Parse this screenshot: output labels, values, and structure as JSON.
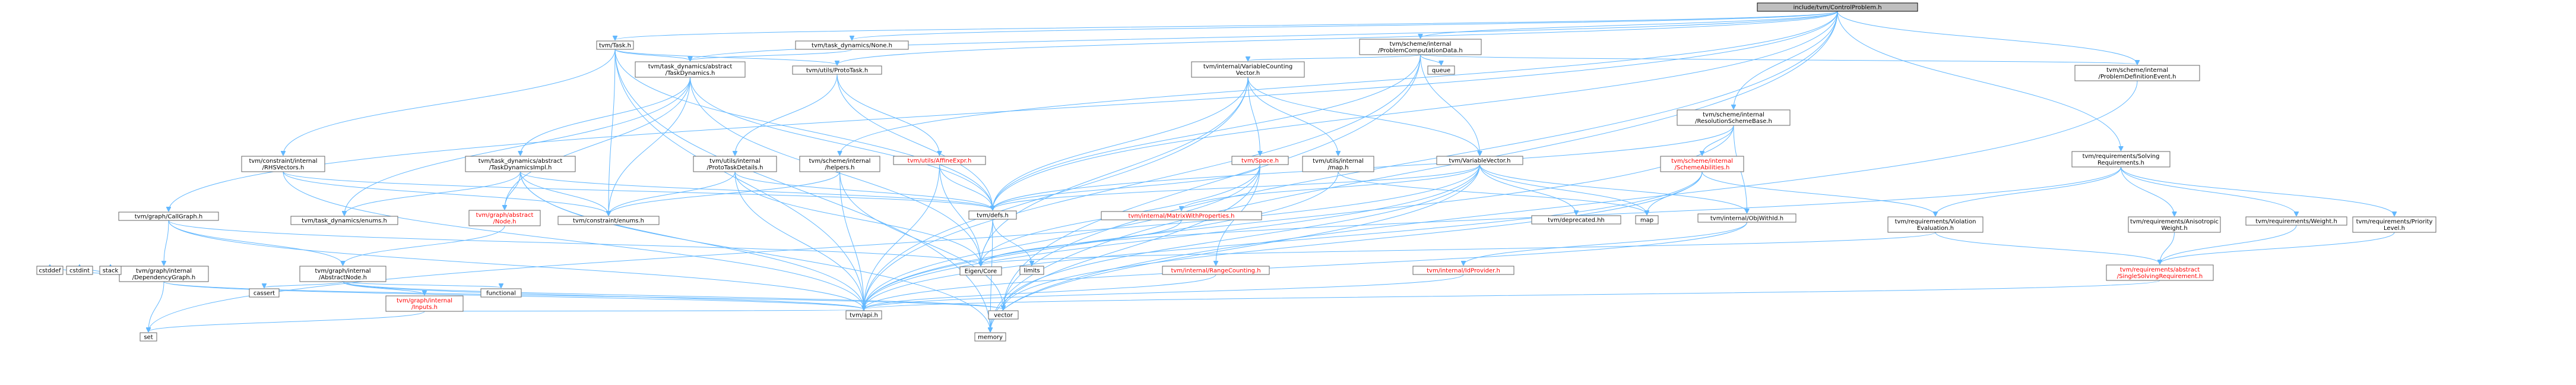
{
  "diagram": {
    "type": "include-dependency-graph",
    "colors": {
      "edge": "#63b8ff",
      "node_border": "#666666",
      "root_fill": "#bfbfbf",
      "missing_text": "#ff0000",
      "text": "#000000"
    },
    "nodes": [
      {
        "id": "root",
        "lines": [
          "include/tvm/ControlProblem.h"
        ],
        "root": true
      },
      {
        "id": "task",
        "lines": [
          "tvm/Task.h"
        ]
      },
      {
        "id": "td_none",
        "lines": [
          "tvm/task_dynamics/None.h"
        ]
      },
      {
        "id": "pcd",
        "lines": [
          "tvm/scheme/internal",
          "/ProblemComputationData.h"
        ]
      },
      {
        "id": "callgraph",
        "lines": [
          "tvm/graph/CallGraph.h"
        ]
      },
      {
        "id": "td_abstract",
        "lines": [
          "tvm/task_dynamics/abstract",
          "/TaskDynamics.h"
        ]
      },
      {
        "id": "prototask",
        "lines": [
          "tvm/utils/ProtoTask.h"
        ]
      },
      {
        "id": "rhsvectors",
        "lines": [
          "tvm/constraint/internal",
          "/RHSVectors.h"
        ]
      },
      {
        "id": "tdimpl",
        "lines": [
          "tvm/task_dynamics/abstract",
          "/TaskDynamicsImpl.h"
        ]
      },
      {
        "id": "prototaskdetails",
        "lines": [
          "tvm/utils/internal",
          "/ProtoTaskDetails.h"
        ]
      },
      {
        "id": "affineexpr",
        "lines": [
          "tvm/utils/AffineExpr.h"
        ],
        "missing": true
      },
      {
        "id": "schemehelpers",
        "lines": [
          "tvm/scheme/internal",
          "/helpers.h"
        ]
      },
      {
        "id": "varcounting",
        "lines": [
          "tvm/internal/VariableCounting",
          "Vector.h"
        ]
      },
      {
        "id": "space",
        "lines": [
          "tvm/Space.h"
        ],
        "missing": true
      },
      {
        "id": "utilsmap",
        "lines": [
          "tvm/utils/internal",
          "/map.h"
        ]
      },
      {
        "id": "varvector",
        "lines": [
          "tvm/VariableVector.h"
        ]
      },
      {
        "id": "queue",
        "lines": [
          "queue"
        ]
      },
      {
        "id": "resolution",
        "lines": [
          "tvm/scheme/internal",
          "/ResolutionSchemeBase.h"
        ]
      },
      {
        "id": "schemeabilities",
        "lines": [
          "tvm/scheme/internal",
          "/SchemeAbilities.h"
        ],
        "missing": true
      },
      {
        "id": "pde",
        "lines": [
          "tvm/scheme/internal",
          "/ProblemDefinitionEvent.h"
        ]
      },
      {
        "id": "solvingreq",
        "lines": [
          "tvm/requirements/Solving",
          "Requirements.h"
        ]
      },
      {
        "id": "tdenums",
        "lines": [
          "tvm/task_dynamics/enums.h"
        ]
      },
      {
        "id": "graphnode",
        "lines": [
          "tvm/graph/abstract",
          "/Node.h"
        ],
        "missing": true
      },
      {
        "id": "constraintenums",
        "lines": [
          "tvm/constraint/enums.h"
        ]
      },
      {
        "id": "defs",
        "lines": [
          "tvm/defs.h"
        ]
      },
      {
        "id": "mwp",
        "lines": [
          "tvm/internal/MatrixWithProperties.h"
        ],
        "missing": true
      },
      {
        "id": "deprecated",
        "lines": [
          "tvm/deprecated.hh"
        ]
      },
      {
        "id": "map",
        "lines": [
          "map"
        ]
      },
      {
        "id": "objwithid",
        "lines": [
          "tvm/internal/ObjWithId.h"
        ]
      },
      {
        "id": "violation",
        "lines": [
          "tvm/requirements/Violation",
          "Evaluation.h"
        ]
      },
      {
        "id": "anisotropic",
        "lines": [
          "tvm/requirements/Anisotropic",
          "Weight.h"
        ]
      },
      {
        "id": "weight",
        "lines": [
          "tvm/requirements/Weight.h"
        ]
      },
      {
        "id": "priority",
        "lines": [
          "tvm/requirements/Priority",
          "Level.h"
        ]
      },
      {
        "id": "depgraph",
        "lines": [
          "tvm/graph/internal",
          "/DependencyGraph.h"
        ]
      },
      {
        "id": "abstractnode",
        "lines": [
          "tvm/graph/internal",
          "/AbstractNode.h"
        ]
      },
      {
        "id": "limits",
        "lines": [
          "limits"
        ]
      },
      {
        "id": "eigen",
        "lines": [
          "Eigen/Core"
        ]
      },
      {
        "id": "rangecounting",
        "lines": [
          "tvm/internal/RangeCounting.h"
        ],
        "missing": true
      },
      {
        "id": "idprovider",
        "lines": [
          "tvm/internal/IdProvider.h"
        ],
        "missing": true
      },
      {
        "id": "singlesolving",
        "lines": [
          "tvm/requirements/abstract",
          "/SingleSolvingRequirement.h"
        ],
        "missing": true
      },
      {
        "id": "cstddef",
        "lines": [
          "cstddef"
        ]
      },
      {
        "id": "cstdint",
        "lines": [
          "cstdint"
        ]
      },
      {
        "id": "stack",
        "lines": [
          "stack"
        ]
      },
      {
        "id": "cassert",
        "lines": [
          "cassert"
        ]
      },
      {
        "id": "functional",
        "lines": [
          "functional"
        ]
      },
      {
        "id": "inputs",
        "lines": [
          "tvm/graph/internal",
          "/Inputs.h"
        ],
        "missing": true
      },
      {
        "id": "api",
        "lines": [
          "tvm/api.h"
        ]
      },
      {
        "id": "vector",
        "lines": [
          "vector"
        ]
      },
      {
        "id": "set",
        "lines": [
          "set"
        ]
      },
      {
        "id": "memory",
        "lines": [
          "memory"
        ]
      }
    ],
    "edges": [
      [
        "root",
        "task"
      ],
      [
        "root",
        "td_none"
      ],
      [
        "root",
        "pcd"
      ],
      [
        "root",
        "callgraph"
      ],
      [
        "root",
        "td_abstract"
      ],
      [
        "root",
        "prototask"
      ],
      [
        "root",
        "defs"
      ],
      [
        "root",
        "schemehelpers"
      ],
      [
        "root",
        "resolution"
      ],
      [
        "root",
        "pde"
      ],
      [
        "root",
        "solvingreq"
      ],
      [
        "root",
        "vector"
      ],
      [
        "root",
        "memory"
      ],
      [
        "task",
        "td_abstract"
      ],
      [
        "task",
        "prototask"
      ],
      [
        "task",
        "rhsvectors"
      ],
      [
        "task",
        "constraintenums"
      ],
      [
        "task",
        "defs"
      ],
      [
        "task",
        "memory"
      ],
      [
        "task",
        "api"
      ],
      [
        "td_none",
        "td_abstract"
      ],
      [
        "td_abstract",
        "tdimpl"
      ],
      [
        "td_abstract",
        "tdenums"
      ],
      [
        "td_abstract",
        "graphnode"
      ],
      [
        "td_abstract",
        "constraintenums"
      ],
      [
        "td_abstract",
        "defs"
      ],
      [
        "td_abstract",
        "eigen"
      ],
      [
        "prototask",
        "prototaskdetails"
      ],
      [
        "prototask",
        "affineexpr"
      ],
      [
        "prototask",
        "defs"
      ],
      [
        "rhsvectors",
        "constraintenums"
      ],
      [
        "rhsvectors",
        "defs"
      ],
      [
        "rhsvectors",
        "api"
      ],
      [
        "tdimpl",
        "tdenums"
      ],
      [
        "tdimpl",
        "graphnode"
      ],
      [
        "tdimpl",
        "constraintenums"
      ],
      [
        "tdimpl",
        "defs"
      ],
      [
        "tdimpl",
        "api"
      ],
      [
        "tdimpl",
        "memory"
      ],
      [
        "prototaskdetails",
        "constraintenums"
      ],
      [
        "prototaskdetails",
        "defs"
      ],
      [
        "prototaskdetails",
        "api"
      ],
      [
        "prototaskdetails",
        "eigen"
      ],
      [
        "affineexpr",
        "defs"
      ],
      [
        "affineexpr",
        "api"
      ],
      [
        "affineexpr",
        "eigen"
      ],
      [
        "schemehelpers",
        "constraintenums"
      ],
      [
        "schemehelpers",
        "api"
      ],
      [
        "schemehelpers",
        "vector"
      ],
      [
        "pcd",
        "varcounting"
      ],
      [
        "pcd",
        "varvector"
      ],
      [
        "pcd",
        "queue"
      ],
      [
        "pcd",
        "pde"
      ],
      [
        "pcd",
        "defs"
      ],
      [
        "pcd",
        "api"
      ],
      [
        "pcd",
        "vector"
      ],
      [
        "varcounting",
        "space"
      ],
      [
        "varcounting",
        "utilsmap"
      ],
      [
        "varcounting",
        "varvector"
      ],
      [
        "varcounting",
        "defs"
      ],
      [
        "varcounting",
        "api"
      ],
      [
        "varcounting",
        "eigen"
      ],
      [
        "space",
        "defs"
      ],
      [
        "space",
        "rangecounting"
      ],
      [
        "space",
        "api"
      ],
      [
        "space",
        "eigen"
      ],
      [
        "space",
        "memory"
      ],
      [
        "utilsmap",
        "map"
      ],
      [
        "utilsmap",
        "api"
      ],
      [
        "varvector",
        "defs"
      ],
      [
        "varvector",
        "deprecated"
      ],
      [
        "varvector",
        "map"
      ],
      [
        "varvector",
        "objwithid"
      ],
      [
        "varvector",
        "mwp"
      ],
      [
        "varvector",
        "api"
      ],
      [
        "varvector",
        "vector"
      ],
      [
        "varvector",
        "memory"
      ],
      [
        "varvector",
        "set"
      ],
      [
        "resolution",
        "schemeabilities"
      ],
      [
        "resolution",
        "objwithid"
      ],
      [
        "resolution",
        "defs"
      ],
      [
        "resolution",
        "api"
      ],
      [
        "schemeabilities",
        "violation"
      ],
      [
        "schemeabilities",
        "map"
      ],
      [
        "schemeabilities",
        "vector"
      ],
      [
        "schemeabilities",
        "api"
      ],
      [
        "pde",
        "memory"
      ],
      [
        "solvingreq",
        "violation"
      ],
      [
        "solvingreq",
        "anisotropic"
      ],
      [
        "solvingreq",
        "weight"
      ],
      [
        "solvingreq",
        "priority"
      ],
      [
        "solvingreq",
        "eigen"
      ],
      [
        "violation",
        "singlesolving"
      ],
      [
        "violation",
        "eigen"
      ],
      [
        "anisotropic",
        "singlesolving"
      ],
      [
        "weight",
        "singlesolving"
      ],
      [
        "priority",
        "singlesolving"
      ],
      [
        "objwithid",
        "idprovider"
      ],
      [
        "objwithid",
        "api"
      ],
      [
        "idprovider",
        "api"
      ],
      [
        "defs",
        "eigen"
      ],
      [
        "defs",
        "limits"
      ],
      [
        "defs",
        "memory"
      ],
      [
        "mwp",
        "eigen"
      ],
      [
        "rangecounting",
        "api"
      ],
      [
        "singlesolving",
        "api"
      ],
      [
        "callgraph",
        "depgraph"
      ],
      [
        "callgraph",
        "abstractnode"
      ],
      [
        "callgraph",
        "api"
      ],
      [
        "callgraph",
        "eigen"
      ],
      [
        "depgraph",
        "cstddef"
      ],
      [
        "depgraph",
        "cstdint"
      ],
      [
        "depgraph",
        "stack"
      ],
      [
        "depgraph",
        "api"
      ],
      [
        "depgraph",
        "set"
      ],
      [
        "depgraph",
        "vector"
      ],
      [
        "graphnode",
        "abstractnode"
      ],
      [
        "abstractnode",
        "cassert"
      ],
      [
        "abstractnode",
        "functional"
      ],
      [
        "abstractnode",
        "inputs"
      ],
      [
        "abstractnode",
        "api"
      ],
      [
        "abstractnode",
        "vector"
      ],
      [
        "inputs",
        "set"
      ],
      [
        "inputs",
        "api"
      ]
    ]
  }
}
